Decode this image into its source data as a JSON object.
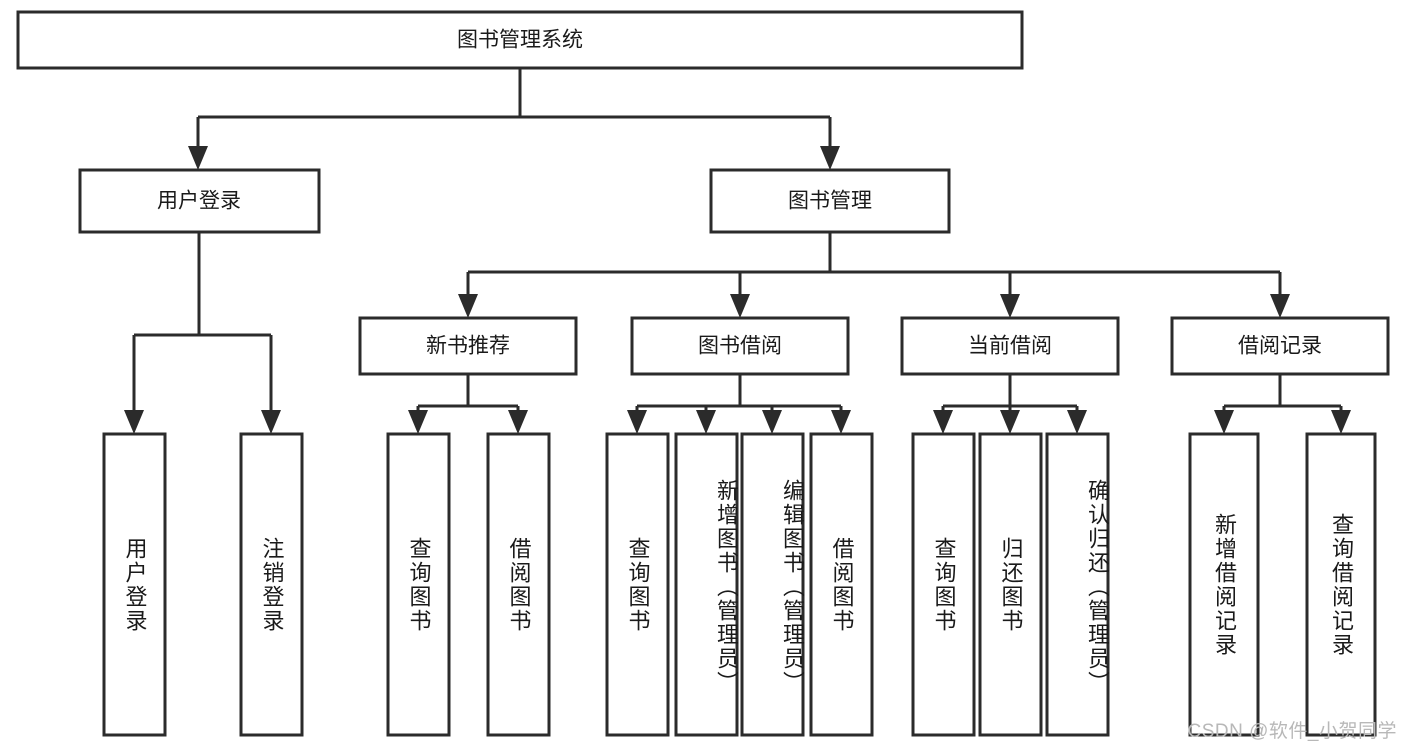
{
  "diagram": {
    "type": "tree-hierarchy-chart",
    "title": "图书管理系统",
    "colors": {
      "box_stroke": "#2b2b2b",
      "box_fill": "#ffffff",
      "text": "#1a1a1a",
      "background": "#ffffff",
      "watermark": "#b8b8b8"
    },
    "root": {
      "label": "图书管理系统"
    },
    "level2": [
      {
        "label": "用户登录"
      },
      {
        "label": "图书管理"
      }
    ],
    "level3": [
      {
        "label": "新书推荐"
      },
      {
        "label": "图书借阅"
      },
      {
        "label": "当前借阅"
      },
      {
        "label": "借阅记录"
      }
    ],
    "leaves": {
      "user_login": [
        {
          "label": "用户登录"
        },
        {
          "label": "注销登录"
        }
      ],
      "new_book_recommend": [
        {
          "label": "查询图书"
        },
        {
          "label": "借阅图书"
        }
      ],
      "book_borrow": [
        {
          "label": "查询图书"
        },
        {
          "label": "新增图书（管理员）"
        },
        {
          "label": "编辑图书（管理员）"
        },
        {
          "label": "借阅图书"
        }
      ],
      "current_borrow": [
        {
          "label": "查询图书"
        },
        {
          "label": "归还图书"
        },
        {
          "label": "确认归还（管理员）"
        }
      ],
      "borrow_record": [
        {
          "label": "新增借阅记录"
        },
        {
          "label": "查询借阅记录"
        }
      ]
    }
  },
  "watermark": {
    "text": "CSDN @软件_小贺同学"
  }
}
